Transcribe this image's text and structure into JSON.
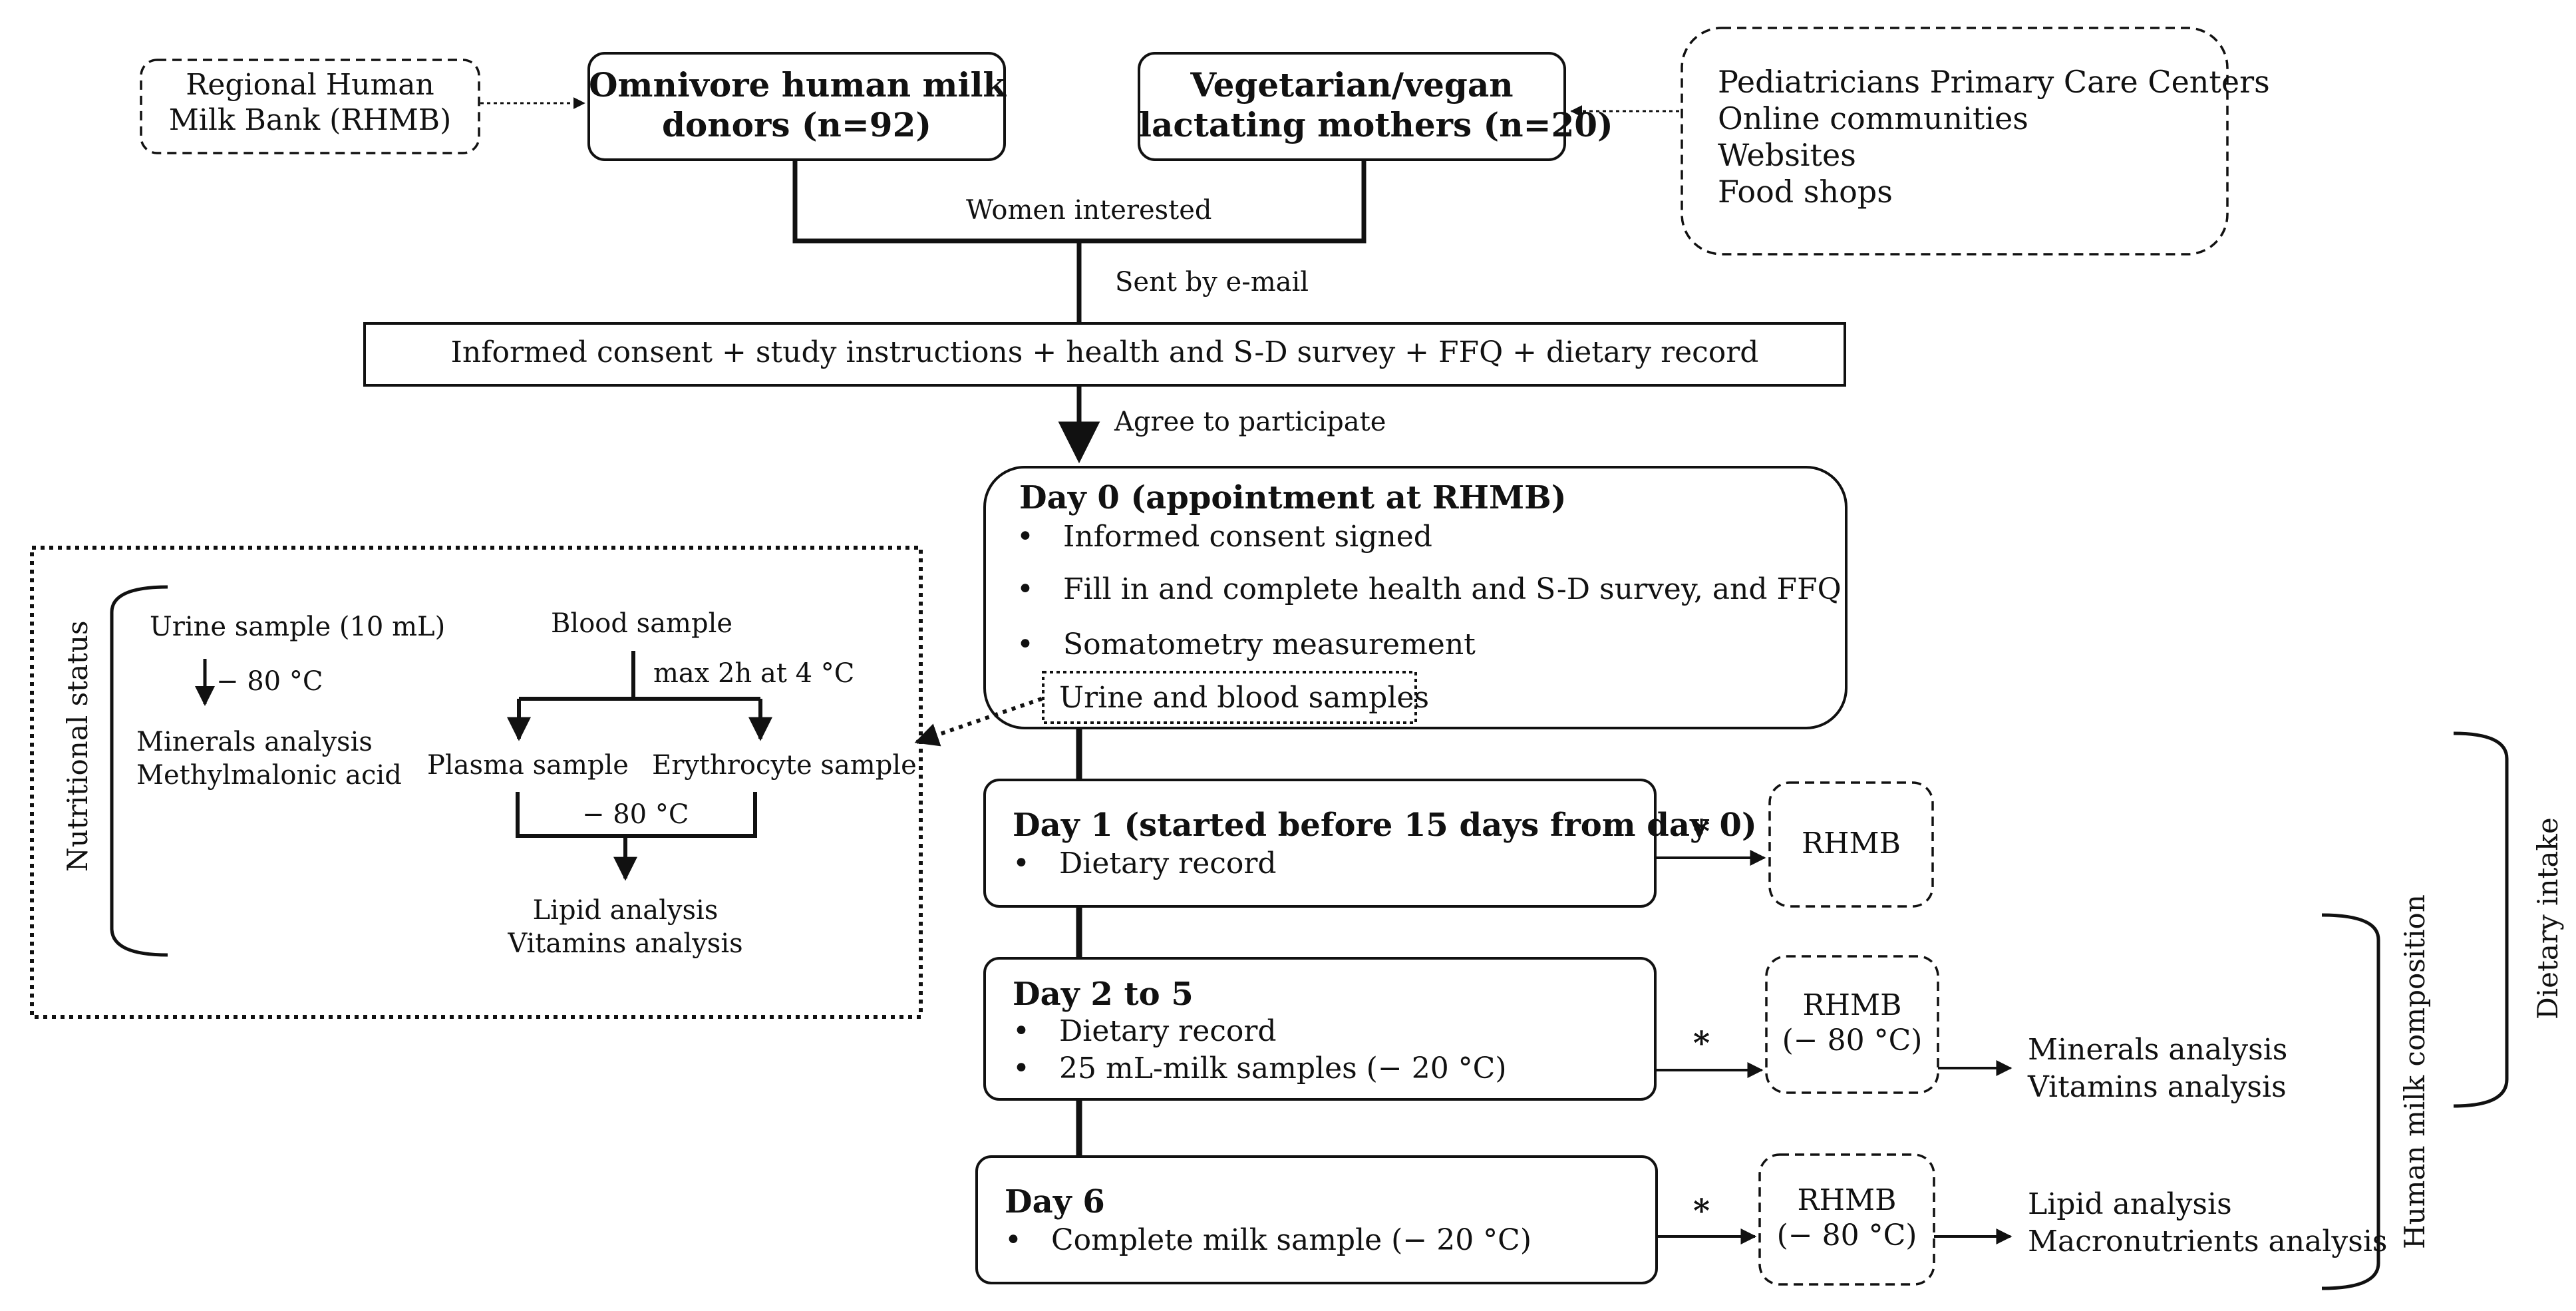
{
  "top": {
    "rhmb_source": [
      "Regional Human",
      "Milk Bank (RHMB)"
    ],
    "omnivore": [
      "Omnivore human milk",
      "donors (n=92)"
    ],
    "vegetarian": [
      "Vegetarian/vegan",
      "lactating mothers (n=20)"
    ],
    "recruitment": [
      "Pediatricians Primary Care Centers",
      "Online communities",
      "Websites",
      "Food shops"
    ]
  },
  "labels": {
    "women_interested": "Women interested",
    "sent_email": "Sent by e-mail",
    "agree": "Agree to participate"
  },
  "consent_box": "Informed consent + study instructions + health and S-D survey + FFQ + dietary record",
  "day0": {
    "title": "Day 0 (appointment at RHMB)",
    "items": [
      "Informed consent signed",
      "Fill in and complete health and S-D survey, and FFQ",
      "Somatometry measurement"
    ],
    "samples": "Urine and blood samples"
  },
  "day1": {
    "title": "Day 1 (started before 15 days from day 0)",
    "items": [
      "Dietary record"
    ]
  },
  "day2": {
    "title": "Day 2 to 5",
    "items": [
      "Dietary record",
      "25 mL-milk samples (− 20 °C)"
    ]
  },
  "day6": {
    "title": "Day 6",
    "items": [
      "Complete milk sample (− 20 °C)"
    ]
  },
  "bullet": "•",
  "star": "*",
  "rhmb_dest1": "RHMB",
  "rhmb_dest2": [
    "RHMB",
    "(− 80 °C)"
  ],
  "rhmb_dest3": [
    "RHMB",
    "(− 80 °C)"
  ],
  "outcomes": {
    "day2": [
      "Minerals analysis",
      "Vitamins analysis"
    ],
    "day6": [
      "Lipid analysis",
      "Macronutrients analysis"
    ]
  },
  "side_labels": {
    "dietary_intake": "Dietary intake",
    "milk_composition": "Human milk composition",
    "nutritional_status": "Nutritional status"
  },
  "nutrition_panel": {
    "urine": "Urine sample (10 mL)",
    "urine_temp": "− 80 °C",
    "urine_analysis": [
      "Minerals analysis",
      "Methylmalonic acid"
    ],
    "blood": "Blood sample",
    "blood_cond": "max 2h at 4 °C",
    "plasma": "Plasma sample",
    "erythrocyte": "Erythrocyte sample",
    "merge_temp": "− 80 °C",
    "blood_analysis": [
      "Lipid analysis",
      "Vitamins analysis"
    ]
  }
}
